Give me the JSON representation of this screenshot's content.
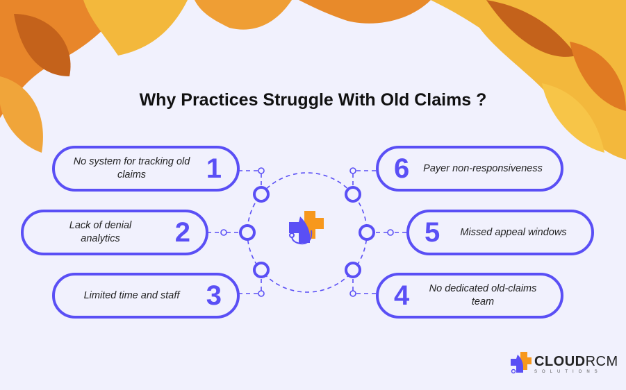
{
  "title": "Why Practices Struggle With Old Claims ?",
  "reasons": [
    {
      "number": "1",
      "text": "No system for tracking old claims"
    },
    {
      "number": "2",
      "text": "Lack of denial analytics"
    },
    {
      "number": "3",
      "text": "Limited time and staff"
    },
    {
      "number": "4",
      "text": "No dedicated old-claims team"
    },
    {
      "number": "5",
      "text": "Missed appeal windows"
    },
    {
      "number": "6",
      "text": "Payer non-responsiveness"
    }
  ],
  "brand": {
    "name_bold": "CLOUD",
    "name_light": "RCM",
    "tagline": "SOLUTIONS"
  },
  "colors": {
    "accent": "#5a4ff5",
    "orange": "#f7981d",
    "background": "#f1f1fd"
  }
}
